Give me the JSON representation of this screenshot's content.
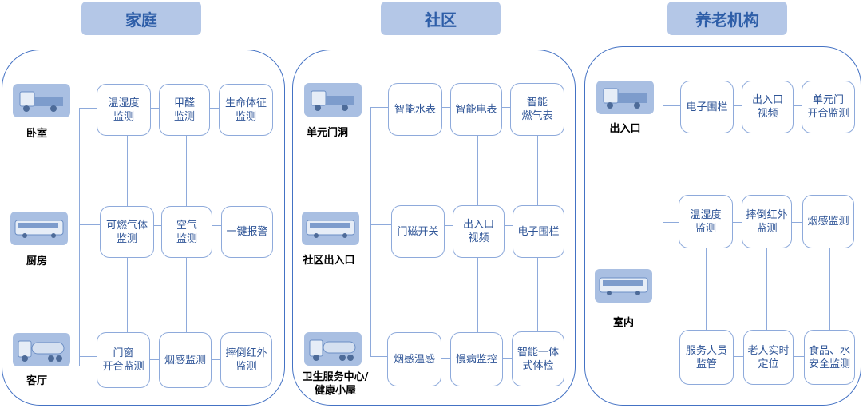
{
  "panels": [
    {
      "title": "家庭",
      "locations": [
        {
          "label": "卧室",
          "icon": "truck-icon"
        },
        {
          "label": "厨房",
          "icon": "bus-icon"
        },
        {
          "label": "客厅",
          "icon": "tanker-truck-icon"
        }
      ],
      "rows": [
        [
          "温湿度\n监测",
          "甲醛\n监测",
          "生命体征\n监测"
        ],
        [
          "可燃气体\n监测",
          "空气\n监测",
          "一键报警"
        ],
        [
          "门窗\n开合监测",
          "烟感监测",
          "摔倒红外\n监测"
        ]
      ]
    },
    {
      "title": "社区",
      "locations": [
        {
          "label": "单元门洞",
          "icon": "truck-icon"
        },
        {
          "label": "社区出入口",
          "icon": "bus-icon"
        },
        {
          "label": "卫生服务中心/\n健康小屋",
          "icon": "tanker-truck-icon"
        }
      ],
      "rows": [
        [
          "智能水表",
          "智能电表",
          "智能\n燃气表"
        ],
        [
          "门磁开关",
          "出入口\n视频",
          "电子围栏"
        ],
        [
          "烟感温感",
          "慢病监控",
          "智能一体\n式体检"
        ]
      ]
    },
    {
      "title": "养老机构",
      "locations": [
        {
          "label": "出入口",
          "icon": "truck-icon"
        },
        {
          "label": "室内",
          "icon": "bus-icon"
        }
      ],
      "rows": [
        [
          "电子围栏",
          "出入口\n视频",
          "单元门\n开合监测"
        ],
        [
          "温湿度\n监测",
          "摔倒红外\n监测",
          "烟感监测"
        ],
        [
          "服务人员\n监管",
          "老人实时\n定位",
          "食品、水\n安全监测"
        ]
      ]
    }
  ],
  "colors": {
    "header_bg": "#b4c7e7",
    "header_text": "#2e5ea8",
    "panel_border": "#4472c4",
    "node_border": "#8eaadb",
    "node_text": "#2f5597",
    "thumb_bg": "#a9bfe2"
  }
}
